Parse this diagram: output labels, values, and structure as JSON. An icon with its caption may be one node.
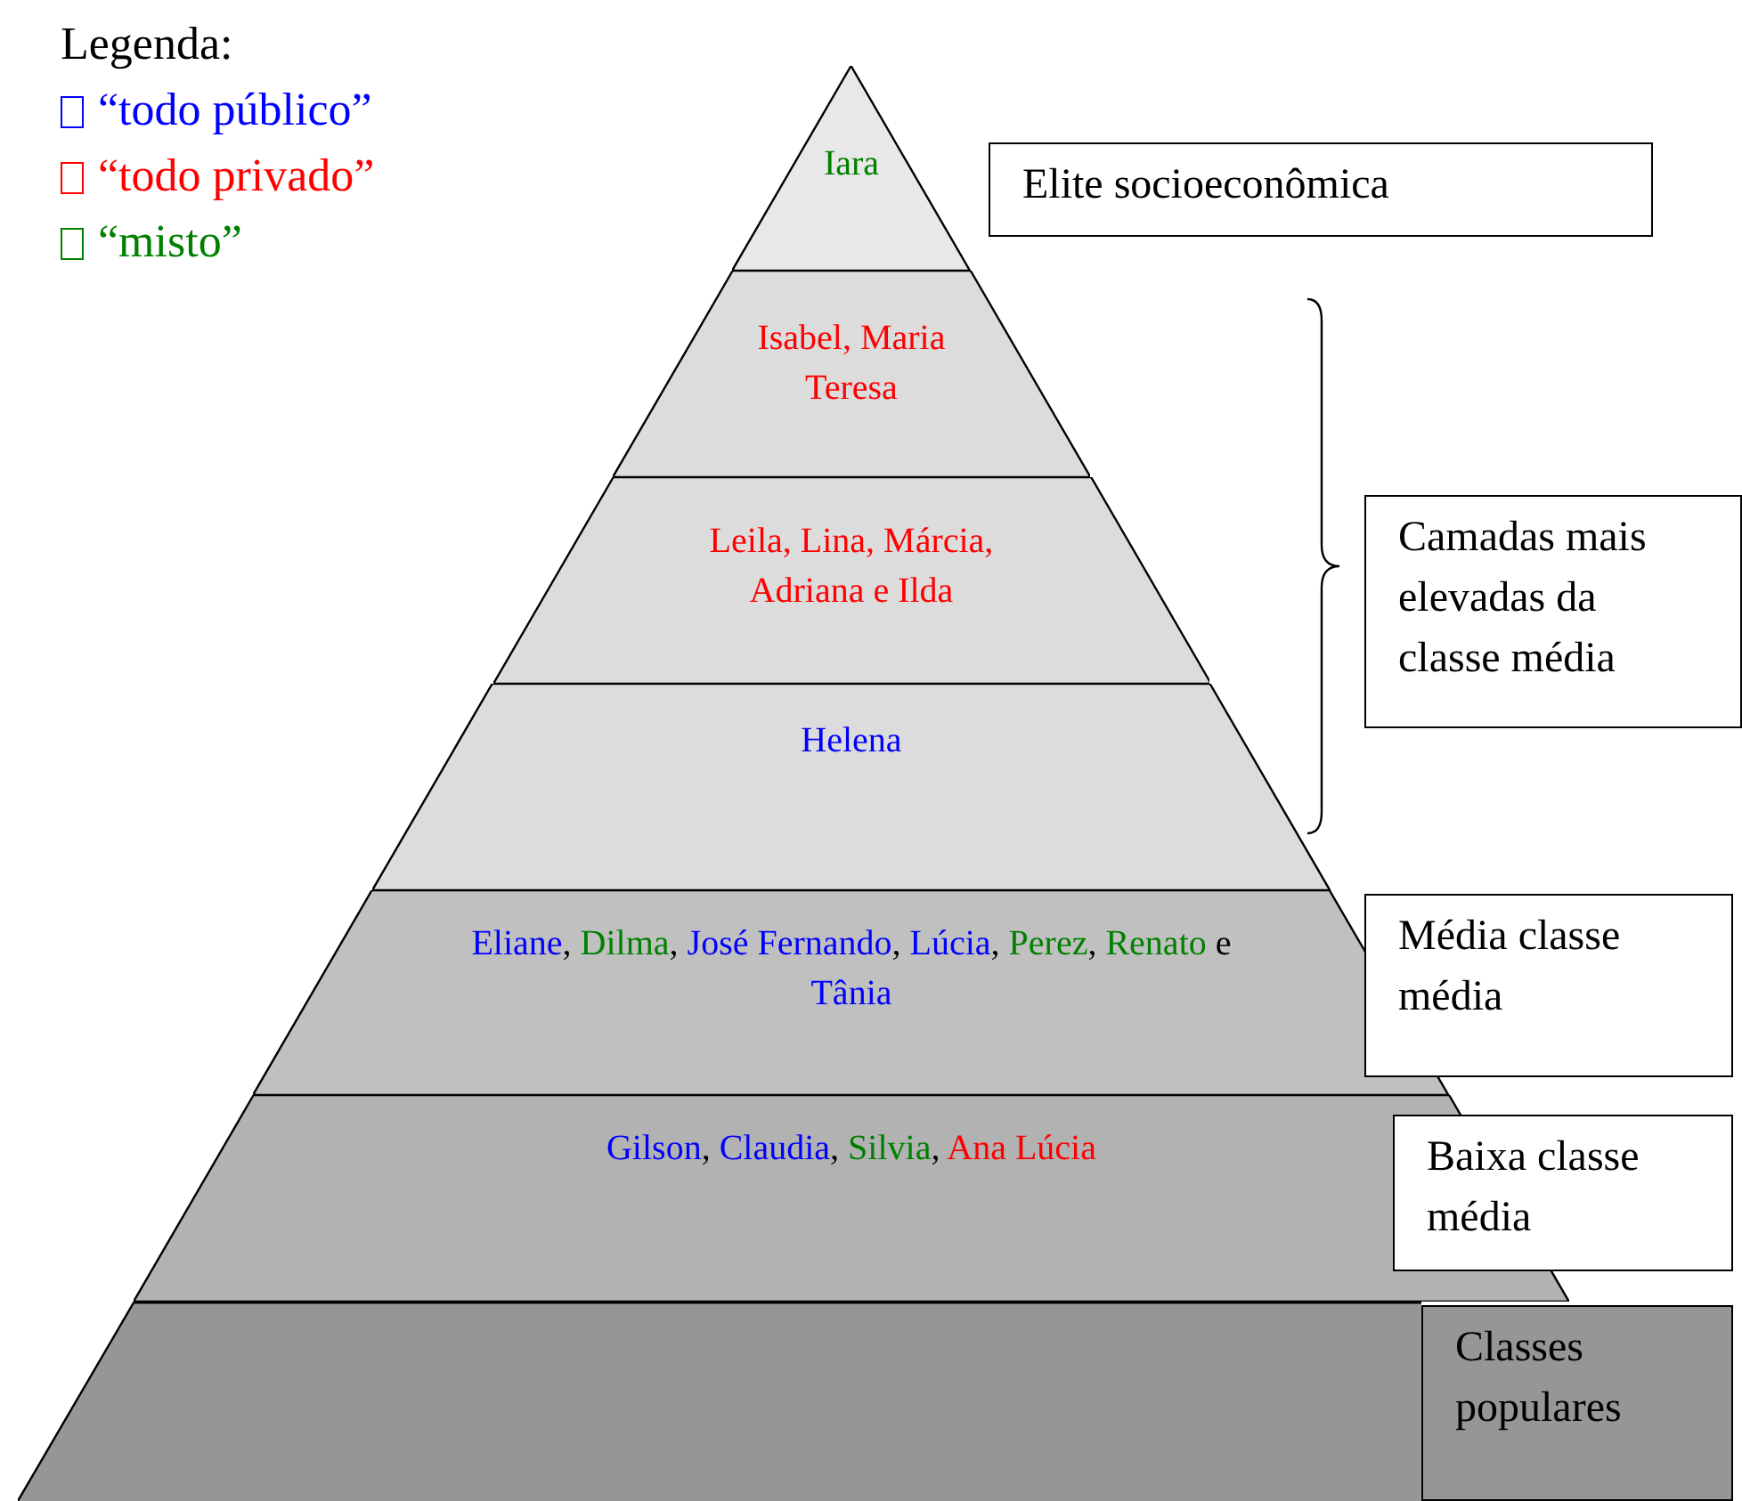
{
  "diagram": {
    "nodes": [
      {
        "text": [
          "Iara"
        ]
      },
      {
        "text": [
          "Isabel, Maria Teresa"
        ]
      },
      {
        "text": [
          "Leila, Lina, Márcia, Adriana e Ilda"
        ]
      },
      {
        "text": [
          "Helena"
        ]
      },
      {
        "text": [
          "Eliane, Dilma, José Fernando, Lúcia, Perez, Renato e Tânia"
        ]
      },
      {
        "text": [
          "Gilson, Claudia, Silvia, Ana Lúcia"
        ]
      },
      {
        "text": [],
        "shape": "bar"
      },
      {
        "text": [
          "Elite socioeconômica"
        ]
      },
      {
        "text": [
          "Camadas mais elevadas da classe média"
        ]
      },
      {
        "text": [
          "Média classe média"
        ]
      },
      {
        "text": [
          "Baixa classe média"
        ]
      },
      {
        "text": [
          "Classes populares"
        ]
      }
    ],
    "labels": [
      "Legenda:"
    ],
    "legend": [
      {
        "text": "“todo público”",
        "color": "#0000ff"
      },
      {
        "text": "“todo privado”",
        "color": "#ff0000"
      },
      {
        "text": "“misto”",
        "color": "#008000"
      }
    ]
  }
}
